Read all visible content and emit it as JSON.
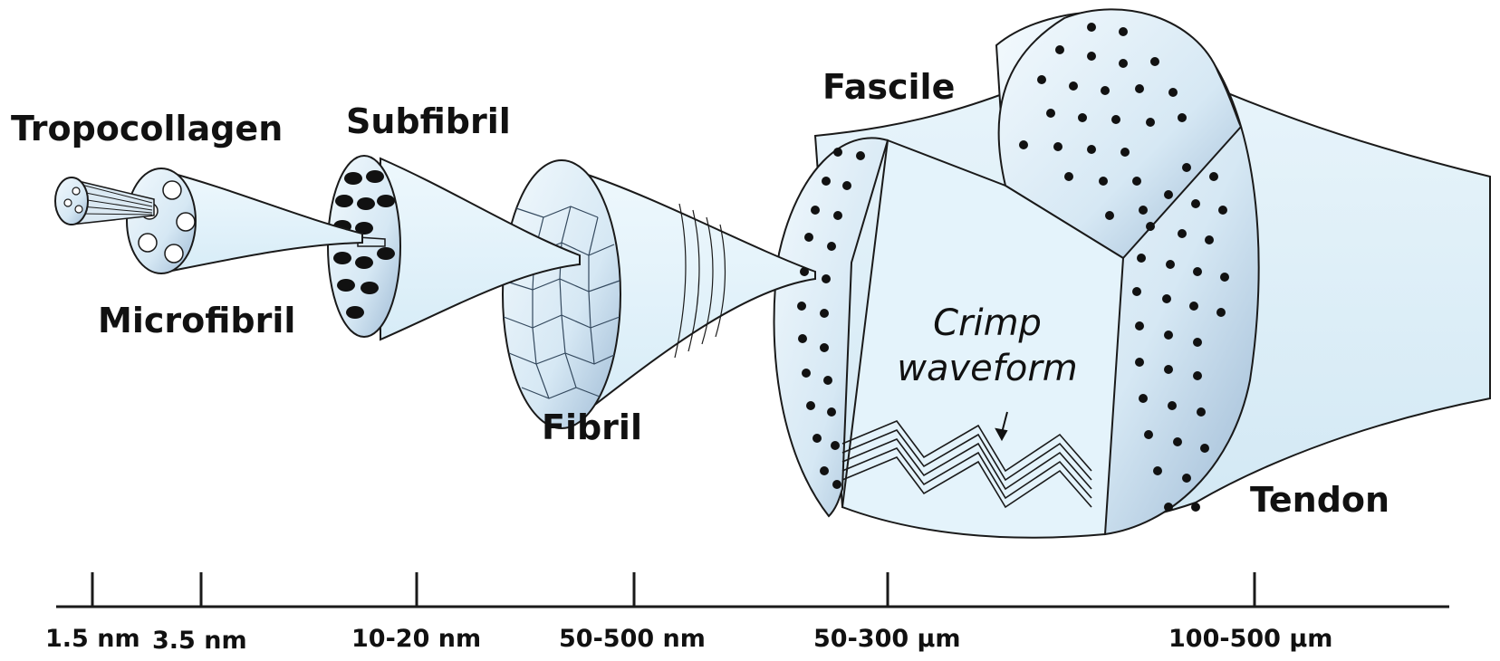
{
  "labels": {
    "tropocollagen": "Tropocollagen",
    "microfibril": "Microfibril",
    "subfibril": "Subfibril",
    "fibril": "Fibril",
    "fascile": "Fascile",
    "crimp_line1": "Crimp",
    "crimp_line2": "waveform",
    "tendon": "Tendon"
  },
  "scale": {
    "ticks": [
      "1.5 nm",
      "3.5 nm",
      "10-20 nm",
      "50-500 nm",
      "50-300 µm",
      "100-500 µm"
    ]
  },
  "colors": {
    "fill_light": "#e6f4fb",
    "fill_mid": "#cfe4f2",
    "fill_dark": "#9cb8d4",
    "stroke": "#1a1a1a"
  }
}
